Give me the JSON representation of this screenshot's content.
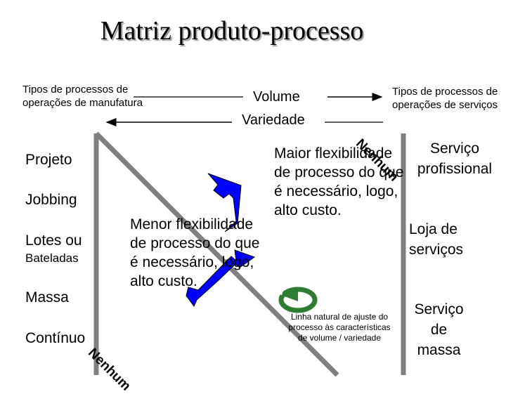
{
  "title": "Matriz produto-processo",
  "header": {
    "left": "Tipos de processos de operações de manufatura",
    "right": "Tipos de processos de operações de serviços",
    "axis1": "Volume",
    "axis2": "Variedade"
  },
  "manufacturing_processes": [
    "Projeto",
    "Jobbing",
    "Lotes ou",
    "Bateladas",
    "Massa",
    "Contínuo"
  ],
  "service_processes": [
    "Serviço profissional",
    "Loja de serviços",
    "Serviço de massa"
  ],
  "none_label": "Nenhum",
  "lower_text": "Menor flexibilidade de processo do que é necessário, logo, alto custo.",
  "upper_text": "Maior flexibilidade de processo do que é necessário, logo, alto custo.",
  "natural_line": "Linha natural de ajuste do processo às características de volume / variedade",
  "colors": {
    "arrow_fill": "#0000ff",
    "divider": "#808080",
    "ellipse": "#2e7d32"
  }
}
